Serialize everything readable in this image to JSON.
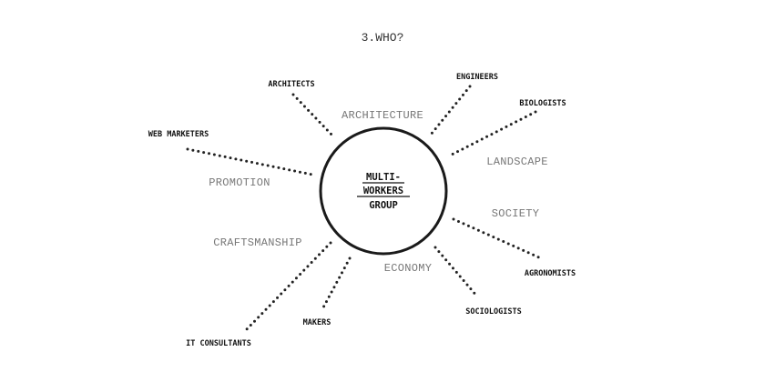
{
  "title": "3.WHO?",
  "center": {
    "lines": [
      "MULTI-",
      "WORKERS",
      "GROUP"
    ]
  },
  "fields": {
    "architecture": "ARCHITECTURE",
    "landscape": "LANDSCAPE",
    "promotion": "PROMOTION",
    "society": "SOCIETY",
    "craftsmanship": "CRAFTSMANSHIP",
    "economy": "ECONOMY"
  },
  "roles": {
    "architects": "ARCHITECTS",
    "engineers": "ENGINEERS",
    "biologists": "BIOLOGISTS",
    "web_marketers": "WEB MARKETERS",
    "agronomists": "AGRONOMISTS",
    "sociologists": "SOCIOLOGISTS",
    "makers": "MAKERS",
    "it_consultants": "IT CONSULTANTS"
  }
}
